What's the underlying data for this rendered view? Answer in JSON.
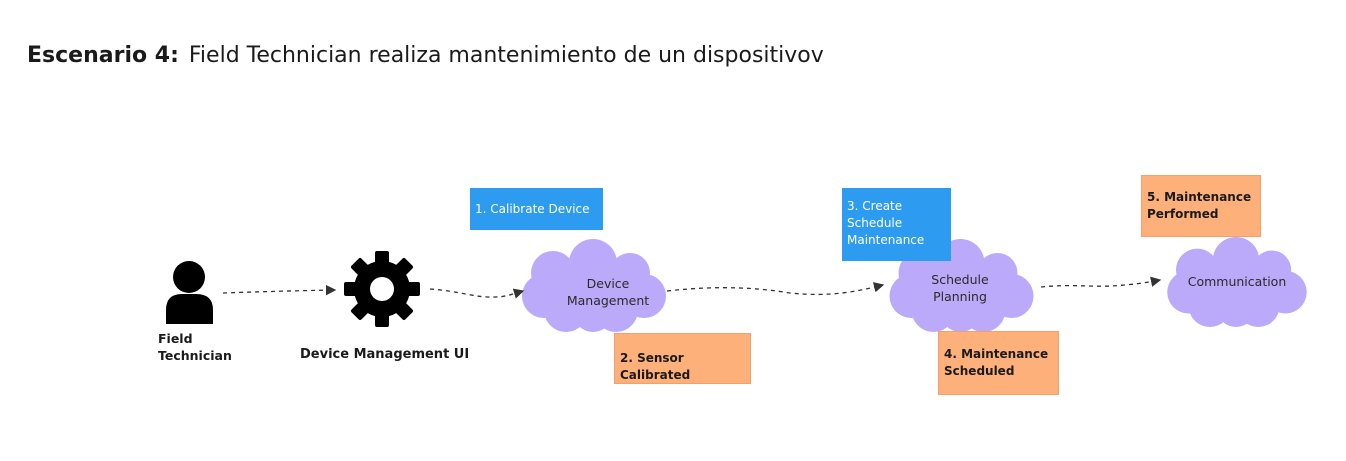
{
  "title": {
    "prefix": "Escenario 4:",
    "text": "Field Technician realiza mantenimiento de un dispositivov"
  },
  "actor": {
    "line1": "Field",
    "line2": "Technician",
    "icon": "person-icon"
  },
  "ui_component": {
    "label": "Device Management UI",
    "icon": "gear-icon"
  },
  "clouds": [
    {
      "line1": "Device",
      "line2": "Management"
    },
    {
      "line1": "Schedule",
      "line2": "Planning"
    },
    {
      "line1": "Communication",
      "line2": ""
    }
  ],
  "notes": {
    "calibrate": "1. Calibrate Device",
    "sensor_calibrated": "2. Sensor Calibrated",
    "create_schedule_line1": "3. Create",
    "create_schedule_line2": "Schedule",
    "create_schedule_line3": "Maintenance",
    "maintenance_scheduled_line1": "4. Maintenance",
    "maintenance_scheduled_line2": "Scheduled",
    "maintenance_performed_line1": "5. Maintenance",
    "maintenance_performed_line2": "Performed"
  },
  "colors": {
    "command_note": "#2d9bf0",
    "event_note": "#fdb07a",
    "cloud_fill": "#bbaaf9",
    "arrow": "#333333"
  }
}
